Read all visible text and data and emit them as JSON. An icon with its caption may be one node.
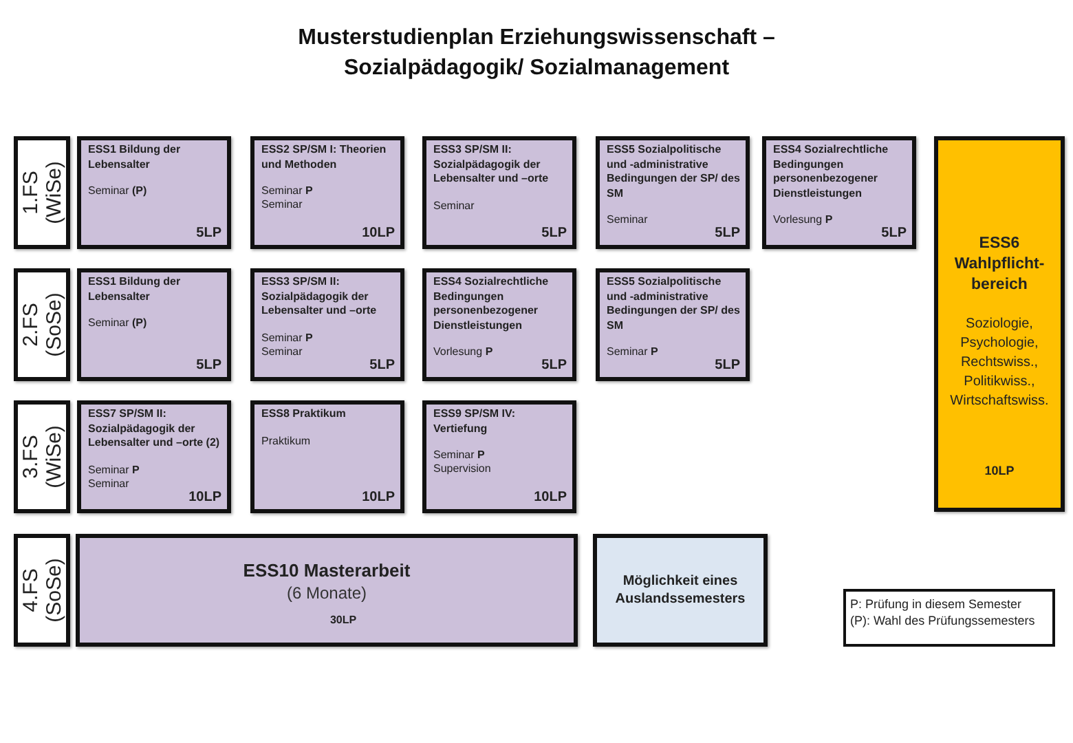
{
  "diagram": {
    "title": "Musterstudienplan Erziehungswissenschaft – Sozialpädagogik/ Sozialmanagement",
    "nodes": [
      {
        "text": [
          "1.FS (WiSe)"
        ]
      },
      {
        "text": [
          "ESS1 Bildung der Lebensalter",
          "Seminar **(P)**",
          "5LP"
        ]
      },
      {
        "text": [
          "ESS2 SP/SM I: Theorien und Methoden",
          "Seminar **P**",
          "Seminar",
          "10LP"
        ]
      },
      {
        "text": [
          "ESS3 SP/SM II: Sozialpädagogik der Lebensalter und –orte",
          "Seminar",
          "5LP"
        ]
      },
      {
        "text": [
          "ESS5 Sozialpolitische und -administrative Bedingungen der SP/ des SM",
          "Seminar",
          "5LP"
        ]
      },
      {
        "text": [
          "ESS4 Sozialrechtliche Bedingungen personenbezogener Dienstleistungen",
          "Vorlesung **P**",
          "5LP"
        ]
      },
      {
        "text": [
          "ESS6 Wahlpflicht-bereich",
          "Soziologie,",
          "Psychologie,",
          "Rechtswiss.,",
          "Politikwiss.,",
          "Wirtschaftswiss.",
          "10LP"
        ]
      },
      {
        "text": [
          "2.FS (SoSe)"
        ]
      },
      {
        "text": [
          "ESS1 Bildung der Lebensalter",
          "Seminar **(P)**",
          "5LP"
        ]
      },
      {
        "text": [
          "ESS3 SP/SM II: Sozialpädagogik der Lebensalter und –orte",
          "Seminar **P**",
          "Seminar",
          "5LP"
        ]
      },
      {
        "text": [
          "ESS4 Sozialrechtliche Bedingungen personenbezogener Dienstleistungen",
          "Vorlesung **P**",
          "5LP"
        ]
      },
      {
        "text": [
          "ESS5 Sozialpolitische und -administrative Bedingungen der SP/ des SM",
          "Seminar **P**",
          "5LP"
        ]
      },
      {
        "text": [
          "3.FS (WiSe)"
        ]
      },
      {
        "text": [
          "ESS7 SP/SM II: Sozialpädagogik der Lebensalter und –orte (2)",
          "Seminar **P**",
          "Seminar",
          "10LP"
        ]
      },
      {
        "text": [
          "ESS8 Praktikum",
          "Praktikum",
          "10LP"
        ]
      },
      {
        "text": [
          "ESS9  SP/SM IV: Vertiefung",
          "Seminar **P**",
          "Supervision",
          "10LP"
        ]
      },
      {
        "text": [
          "4.FS (SoSe)"
        ]
      },
      {
        "text": [
          "ESS10 Masterarbeit",
          "(6 Monate)",
          "30LP"
        ]
      },
      {
        "text": [
          "Möglichkeit eines Auslandssemesters"
        ]
      },
      {
        "text": [
          "P: Prüfung in diesem Semester",
          "(P): Wahl des Prüfungssemesters"
        ]
      }
    ]
  }
}
